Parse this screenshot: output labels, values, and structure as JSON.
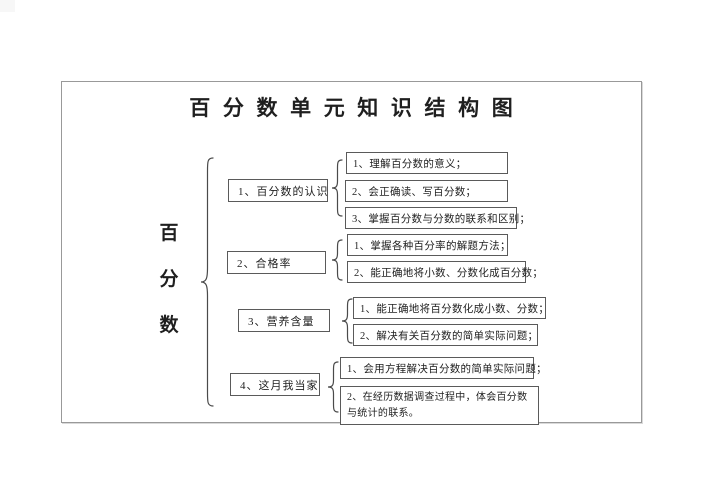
{
  "title": "百分数单元知识结构图",
  "root": {
    "chars": [
      "百",
      "分",
      "数"
    ]
  },
  "branches": [
    {
      "label": "1、百分数的认识",
      "children": [
        "1、理解百分数的意义；",
        "2、会正确读、写百分数；",
        "3、掌握百分数与分数的联系和区别；"
      ]
    },
    {
      "label": "2、合格率",
      "children": [
        "1、掌握各种百分率的解题方法；",
        "2、能正确地将小数、分数化成百分数；"
      ]
    },
    {
      "label": "3、营养含量",
      "children": [
        "1、能正确地将百分数化成小数、分数；",
        "2、解决有关百分数的简单实际问题；"
      ]
    },
    {
      "label": "4、这月我当家",
      "children": [
        "1、会用方程解决百分数的简单实际问题；",
        "2、在经历数据调查过程中，体会百分数与统计的联系。"
      ]
    }
  ],
  "colors": {
    "page_border": "#999999",
    "box_border": "#5a5a5a",
    "brace": "#4a4a4a",
    "text": "#1f1f1f",
    "background": "#ffffff"
  }
}
